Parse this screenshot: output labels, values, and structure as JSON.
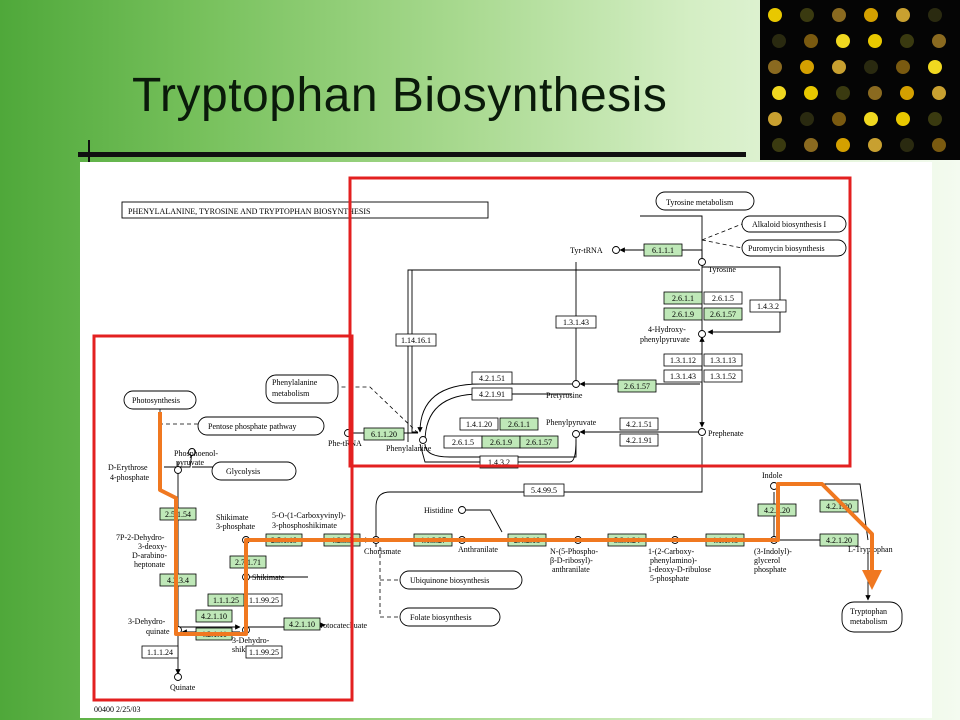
{
  "slide": {
    "title": "Tryptophan Biosynthesis"
  },
  "diagram": {
    "header": "PHENYLALANINE, TYROSINE AND TRYPTOPHAN BIOSYNTHESIS",
    "footer": "00400 2/25/03",
    "enzymes": [
      {
        "label": "6.1.1.1",
        "green": true
      },
      {
        "label": "2.6.1.1",
        "green": true
      },
      {
        "label": "2.6.1.5",
        "green": false
      },
      {
        "label": "2.6.1.9",
        "green": true
      },
      {
        "label": "2.6.1.57",
        "green": true
      },
      {
        "label": "1.4.3.2",
        "green": false
      },
      {
        "label": "1.3.1.43",
        "green": false
      },
      {
        "label": "1.14.16.1",
        "green": false
      },
      {
        "label": "1.3.1.12",
        "green": false
      },
      {
        "label": "1.3.1.13",
        "green": false
      },
      {
        "label": "1.3.1.43",
        "green": false
      },
      {
        "label": "1.3.1.52",
        "green": false
      },
      {
        "label": "4.2.1.51",
        "green": false
      },
      {
        "label": "4.2.1.91",
        "green": false
      },
      {
        "label": "2.6.1.57",
        "green": true
      },
      {
        "label": "6.1.1.20",
        "green": true
      },
      {
        "label": "1.4.1.20",
        "green": false
      },
      {
        "label": "2.6.1.1",
        "green": true
      },
      {
        "label": "2.6.1.5",
        "green": false
      },
      {
        "label": "2.6.1.9",
        "green": true
      },
      {
        "label": "2.6.1.57",
        "green": true
      },
      {
        "label": "1.4.3.2",
        "green": false
      },
      {
        "label": "4.2.1.51",
        "green": false
      },
      {
        "label": "4.2.1.91",
        "green": false
      },
      {
        "label": "5.4.99.5",
        "green": false
      },
      {
        "label": "2.5.1.54",
        "green": true
      },
      {
        "label": "4.2.3.4",
        "green": true
      },
      {
        "label": "4.2.1.10",
        "green": true
      },
      {
        "label": "4.2.1.11",
        "green": true
      },
      {
        "label": "1.1.1.24",
        "green": false
      },
      {
        "label": "1.1.1.25",
        "green": true
      },
      {
        "label": "1.1.99.25",
        "green": false
      },
      {
        "label": "1.1.99.25",
        "green": false
      },
      {
        "label": "4.2.1.10",
        "green": true
      },
      {
        "label": "2.5.1.19",
        "green": true
      },
      {
        "label": "2.7.1.71",
        "green": true
      },
      {
        "label": "4.2.3.5",
        "green": true
      },
      {
        "label": "4.1.3.27",
        "green": true
      },
      {
        "label": "2.4.2.18",
        "green": true
      },
      {
        "label": "5.3.1.24",
        "green": true
      },
      {
        "label": "4.1.1.48",
        "green": true
      },
      {
        "label": "4.2.1.20",
        "green": true
      },
      {
        "label": "4.2.1.20",
        "green": true
      },
      {
        "label": "4.2.1.20",
        "green": true
      }
    ],
    "compounds": [
      "Tyrosine metabolism",
      "Alkaloid biosynthesis I",
      "Puromycin biosynthesis",
      "Tyr-tRNA",
      "Tyrosine",
      "4-Hydroxy-",
      "phenylpyruvate",
      "Pretyrosine",
      "Phenylalanine",
      "metabolism",
      "Phe-tRNA",
      "Phenylpyruvate",
      "Prephenate",
      "Photosynthesis",
      "Pentose phosphate pathway",
      "Phosphoenol-",
      "pyruvate",
      "Glycolysis",
      "D-Erythrose",
      "4-phosphate",
      "7P-2-Dehydro-",
      "3-deoxy-",
      "D-arabino-",
      "heptonate",
      "3-Dehydro-",
      "quinate",
      "Quinate",
      "Shikimate",
      "3-phosphate",
      "5-O-(1-Carboxyvinyl)-",
      "3-phosphoshikimate",
      "3-Dehydro-",
      "shikimate",
      "Protocatechuate",
      "Chorismate",
      "Histidine",
      "Anthranilate",
      "N-(5-Phospho-",
      "β-D-ribosyl)-",
      "anthranilate",
      "1-(2-Carboxy-",
      "phenylamino)-",
      "1-deoxy-D-ribulose",
      "5-phosphate",
      "Indole",
      "(3-Indolyl)-",
      "glycerol",
      "phosphate",
      "L-Tryptophan",
      "Tryptophan",
      "Ubiquinone biosynthesis",
      "Folate biosynthesis",
      "Phenylalanine"
    ]
  },
  "colors": {
    "highlight_box": "#e32020",
    "pathway": "#f07820",
    "enzyme_green": "#bfe8b8"
  }
}
